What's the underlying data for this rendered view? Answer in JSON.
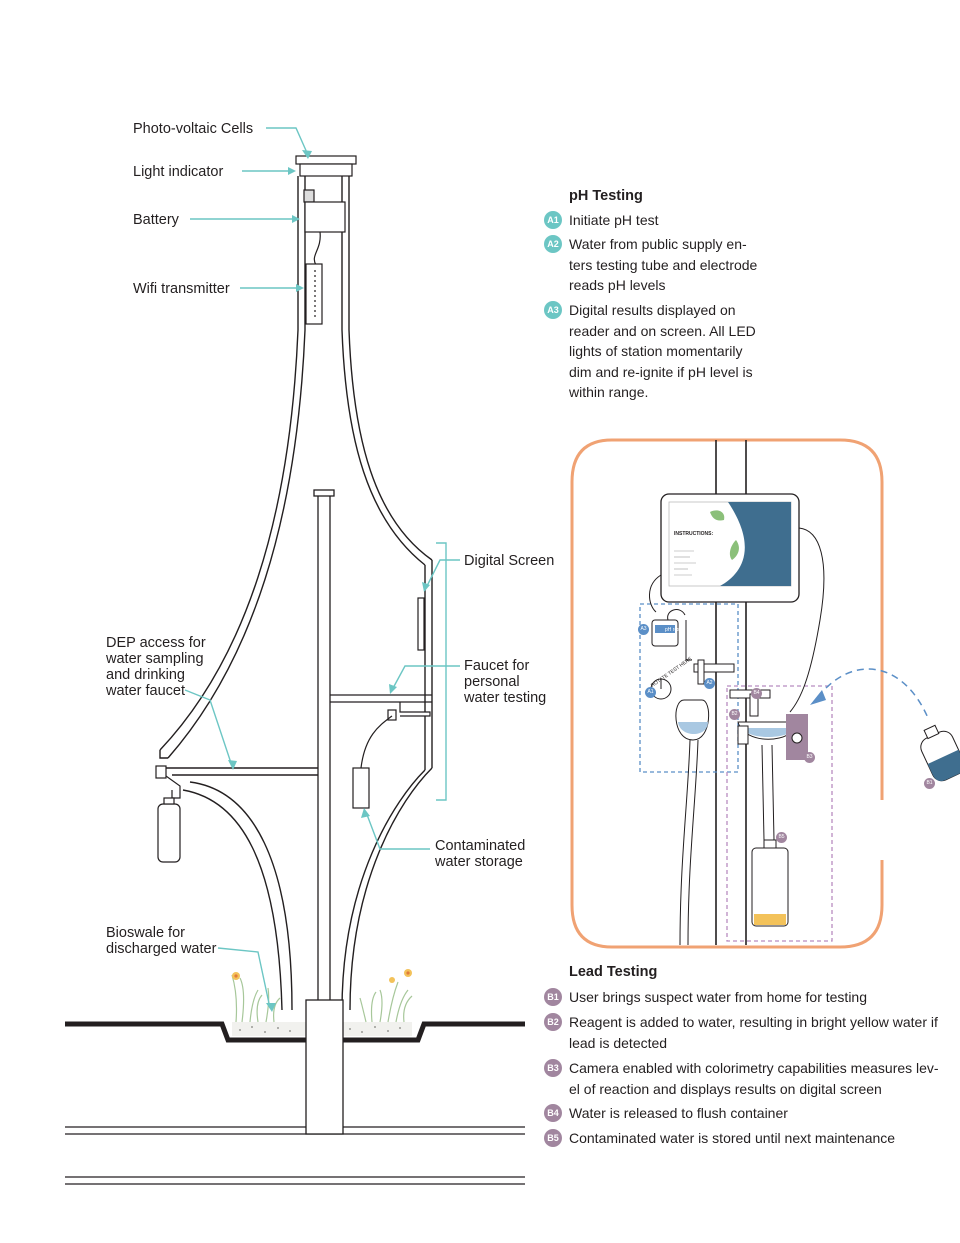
{
  "colors": {
    "teal": "#6cc6c4",
    "lead_purple": "#a1869f",
    "ph_blue": "#5b8fc7",
    "orange_frame": "#f0a273",
    "purple_dashed": "#b88cc0",
    "water_blue": "#a9c8e2",
    "yellow_liquid": "#f3c25a",
    "map_water": "#3f6e8f",
    "map_land": "#8bc07a"
  },
  "callouts": {
    "photovoltaic": "Photo-voltaic Cells",
    "light_indicator": "Light indicator",
    "battery": "Battery",
    "wifi": "Wifi transmitter",
    "dep_access": [
      "DEP access for",
      "water sampling",
      "and drinking",
      "water faucet"
    ],
    "bioswale": [
      "Bioswale for",
      "discharged water"
    ],
    "digital_screen": "Digital Screen",
    "faucet": [
      "Faucet for",
      "personal",
      "water testing"
    ],
    "contaminated": [
      "Contaminated",
      "water storage"
    ]
  },
  "ph_testing": {
    "title": "pH Testing",
    "steps": [
      {
        "badge": "A1",
        "lines": [
          "Initiate pH test"
        ]
      },
      {
        "badge": "A2",
        "lines": [
          "Water from public supply en-",
          "ters testing tube and electrode",
          "reads pH levels"
        ]
      },
      {
        "badge": "A3",
        "lines": [
          "Digital results displayed on",
          "reader and on screen. All LED",
          "lights of station momentarily",
          "dim and re-ignite if pH level is",
          "within range."
        ]
      }
    ]
  },
  "lead_testing": {
    "title": "Lead Testing",
    "steps": [
      {
        "badge": "B1",
        "lines": [
          "User brings suspect water from home for testing"
        ]
      },
      {
        "badge": "B2",
        "lines": [
          "Reagent is added to water, resulting in bright yellow water if",
          "lead is detected"
        ]
      },
      {
        "badge": "B3",
        "lines": [
          "Camera enabled with colorimetry capabilities measures lev-",
          "el of reaction and displays results on digital screen"
        ]
      },
      {
        "badge": "B4",
        "lines": [
          "Water is released to flush container"
        ]
      },
      {
        "badge": "B5",
        "lines": [
          "Contaminated water is stored until next maintenance"
        ]
      }
    ]
  },
  "detail": {
    "screen_title": "INSTRUCTIONS:",
    "ph_result": "pH result",
    "rotate_text": "ROTATE TEST HERE",
    "markers": [
      "A1",
      "A2",
      "A3",
      "B1",
      "B2",
      "B3",
      "B4",
      "B5"
    ]
  }
}
